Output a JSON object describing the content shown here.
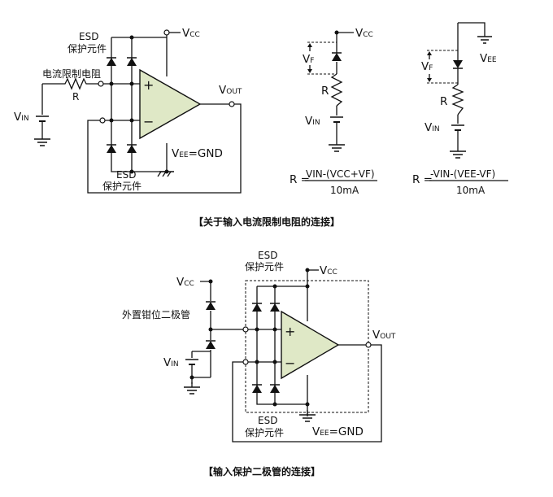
{
  "fig1": {
    "esd_top_label": "ESD",
    "esd_top_label2": "保护元件",
    "resistor_desc": "电流限制电阻",
    "resistor_r": "R",
    "vin": "V",
    "vin_sub": "IN",
    "vcc": "V",
    "vcc_sub": "CC",
    "vout": "V",
    "vout_sub": "OUT",
    "plus": "+",
    "minus": "−",
    "vee_gnd": "V",
    "vee_gnd_sub": "EE",
    "vee_gnd_tail": "=GND",
    "esd_bot_label": "ESD",
    "esd_bot_label2": "保护元件"
  },
  "fig2": {
    "vcc": "V",
    "vcc_sub": "CC",
    "vf": "V",
    "vf_sub": "F",
    "r": "R",
    "vin": "V",
    "vin_sub": "IN",
    "formula_lhs": "R =",
    "formula_num": "VIN-(VCC+VF)",
    "formula_den": "10mA"
  },
  "fig3": {
    "vee": "V",
    "vee_sub": "EE",
    "vf": "V",
    "vf_sub": "F",
    "r": "R",
    "vin": "V",
    "vin_sub": "IN",
    "formula_lhs": "R =",
    "formula_num": "-VIN-(VEE-VF)",
    "formula_den": "10mA"
  },
  "caption1": "【关于输入电流限制电阻的连接】",
  "fig4": {
    "esd_top_label": "ESD",
    "esd_top_label2": "保护元件",
    "vcc_left": "V",
    "vcc_left_sub": "CC",
    "vcc_right": "V",
    "vcc_right_sub": "CC",
    "clamp_label": "外置钳位二极管",
    "vin": "V",
    "vin_sub": "IN",
    "plus": "+",
    "minus": "−",
    "vout": "V",
    "vout_sub": "OUT",
    "esd_bot_label": "ESD",
    "esd_bot_label2": "保护元件",
    "vee_gnd": "V",
    "vee_gnd_sub": "EE",
    "vee_gnd_tail": "=GND"
  },
  "caption2": "【输入保护二极管的连接】"
}
